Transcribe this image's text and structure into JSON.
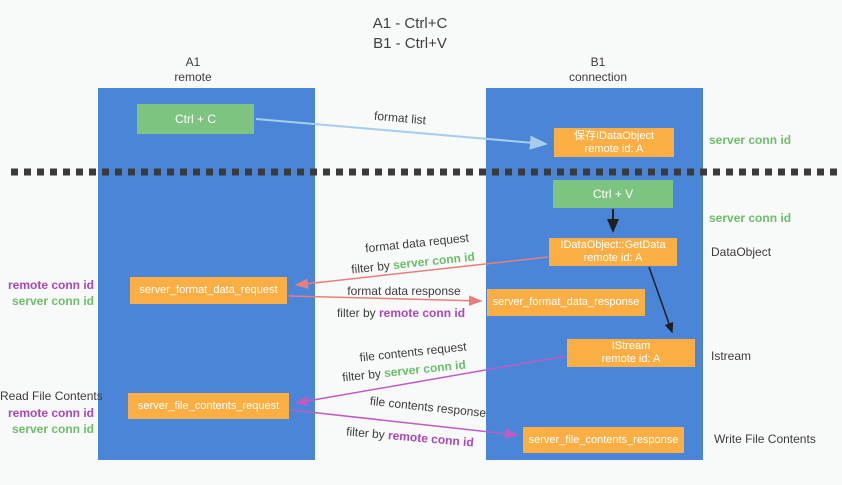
{
  "title": {
    "line1": "A1 - Ctrl+C",
    "line2": "B1 - Ctrl+V"
  },
  "lanes": {
    "a1": {
      "name": "A1",
      "role": "remote"
    },
    "b1": {
      "name": "B1",
      "role": "connection"
    }
  },
  "nodes": {
    "ctrl_c": {
      "label": "Ctrl + C"
    },
    "save_dataobject": {
      "line1": "保存IDataObject",
      "line2": "remote id: A"
    },
    "ctrl_v": {
      "label": "Ctrl + V"
    },
    "getdata": {
      "line1": "IDataObject::GetData",
      "line2": "remote id: A"
    },
    "format_request": {
      "label": "server_format_data_request"
    },
    "format_response": {
      "label": "server_format_data_response"
    },
    "istream": {
      "line1": "IStream",
      "line2": "remote id: A"
    },
    "file_request": {
      "label": "server_file_contents_request"
    },
    "file_response": {
      "label": "server_file_contents_response"
    }
  },
  "edge_labels": {
    "format_list": "format list",
    "format_data_request": "format data request",
    "format_data_response": "format data response",
    "file_contents_request": "file contents request",
    "file_contents_response": "file contents response",
    "filter_by": "filter by",
    "server_conn_id": "server conn id",
    "remote_conn_id": "remote conn id"
  },
  "side_labels": {
    "server_conn_id_top": "server conn id",
    "server_conn_id_mid": "server conn id",
    "dataobject": "DataObject",
    "istream": "Istream",
    "write_file_contents": "Write File Contents",
    "read_file_contents": "Read File Contents",
    "remote_conn_id": "remote conn id",
    "server_conn_id": "server conn id"
  },
  "colors": {
    "lane_blue": "#4a85d8",
    "box_green": "#7cc47f",
    "box_orange": "#fbae44",
    "arrow_red": "#e87e7e",
    "arrow_magenta": "#bf5bc7",
    "arrow_light_blue": "#a6cded",
    "arrow_black": "#1f1f1f",
    "dotted_divider": "#3a3a3a",
    "text_green": "#6abf69",
    "text_purple": "#ab47bc"
  }
}
